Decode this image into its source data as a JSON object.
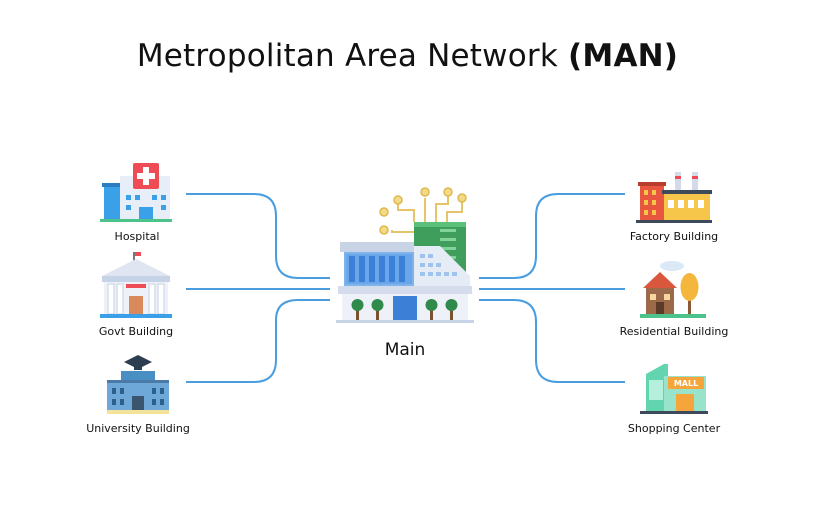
{
  "title": {
    "main": "Metropolitan Area Network",
    "bold": "(MAN)"
  },
  "center": {
    "label": "Main"
  },
  "left_nodes": [
    {
      "label": "Hospital",
      "icon": "hospital-icon"
    },
    {
      "label": "Govt Building",
      "icon": "govt-building-icon"
    },
    {
      "label": "University Building",
      "icon": "university-icon"
    }
  ],
  "right_nodes": [
    {
      "label": "Factory Building",
      "icon": "factory-icon"
    },
    {
      "label": "Residential Building",
      "icon": "residential-icon"
    },
    {
      "label": "Shopping Center",
      "icon": "shopping-center-icon"
    }
  ],
  "colors": {
    "link": "#4a9ee0",
    "accent": "#ef4b55"
  }
}
